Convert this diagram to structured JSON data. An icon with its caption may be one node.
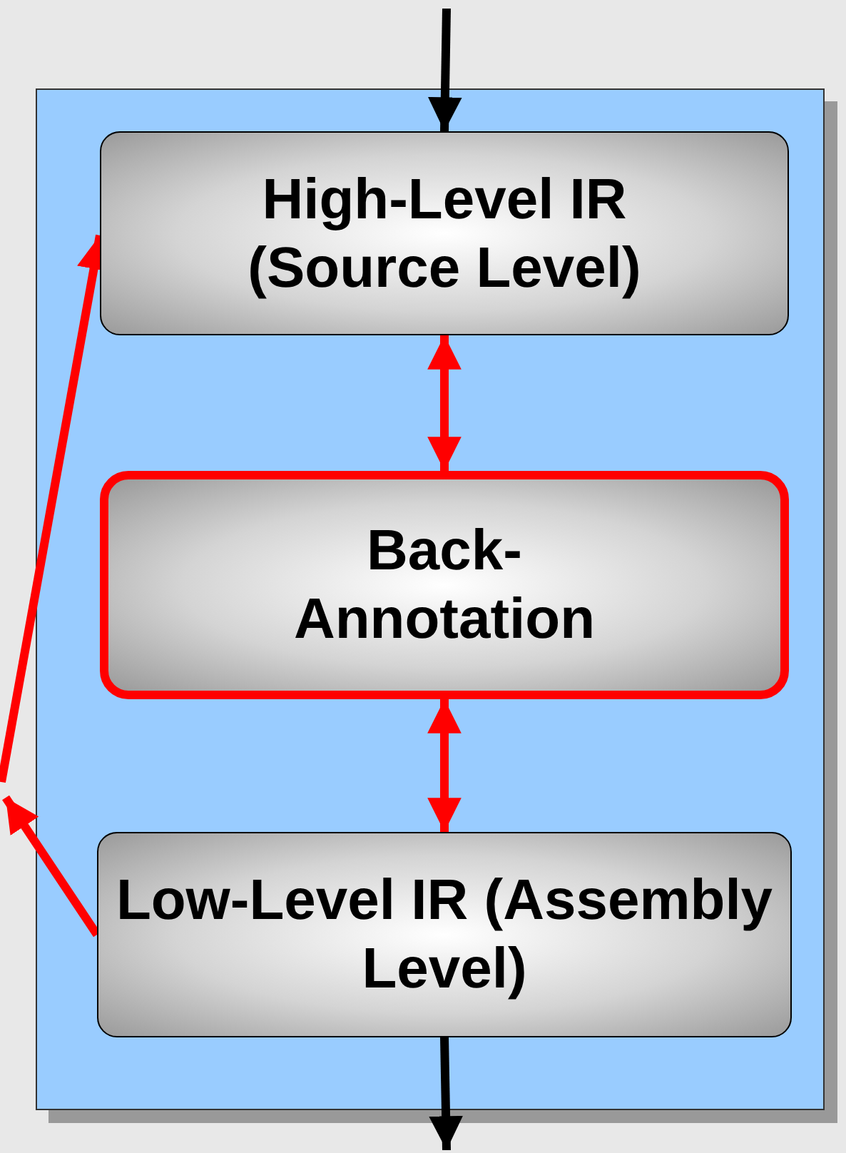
{
  "diagram": {
    "nodes": [
      {
        "text": [],
        "shape": "box"
      },
      {
        "text": [
          "High-Level IR (Source Level)"
        ],
        "in": 0
      },
      {
        "text": [
          "Back- Annotation"
        ],
        "in": 0
      },
      {
        "text": [
          "Low-Level IR (Assembly Level)"
        ],
        "in": 0
      }
    ],
    "edges": [
      {
        "from": null,
        "to": 1,
        "arrow": "to",
        "color": "#000000"
      },
      {
        "from": 1,
        "to": 2,
        "arrow": "both"
      },
      {
        "from": 2,
        "to": 3,
        "arrow": "both"
      },
      {
        "from": 3,
        "to": null,
        "arrow": "to"
      },
      {
        "from": null,
        "to": 1,
        "arrow": "to"
      },
      {
        "from": 3,
        "to": null,
        "arrow": "to",
        "color": "#000000"
      }
    ]
  }
}
